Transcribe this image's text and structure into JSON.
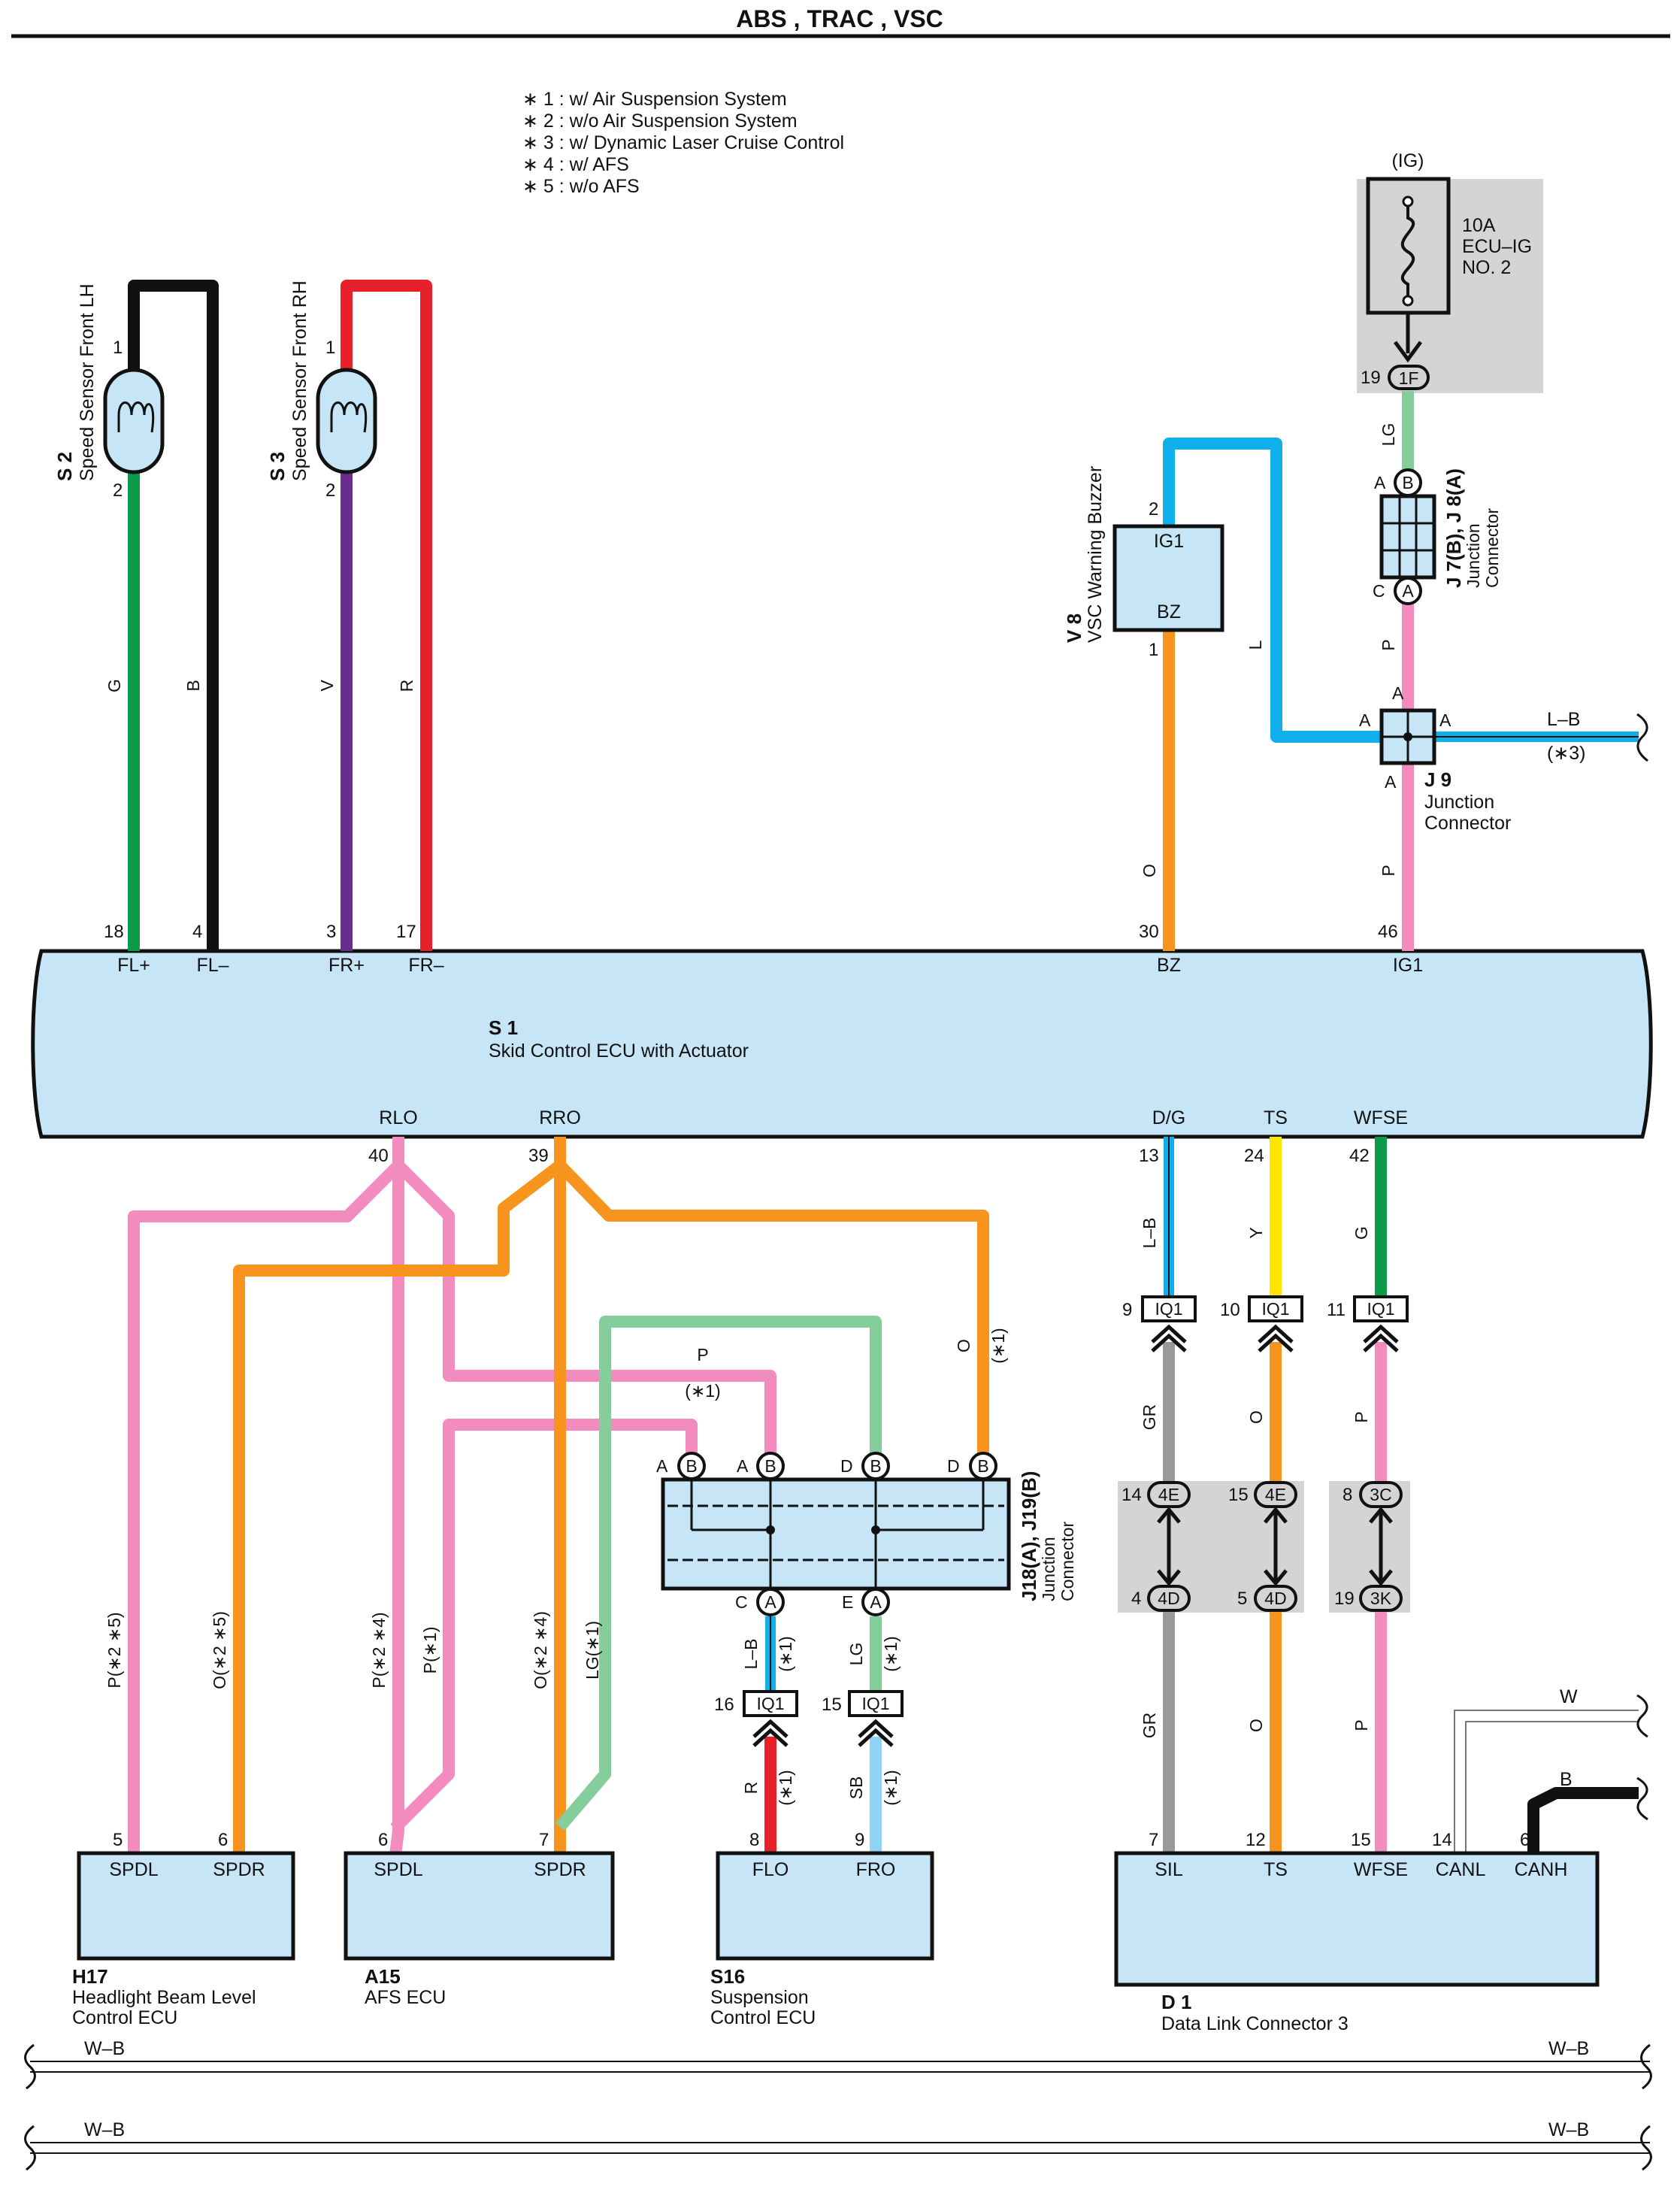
{
  "title": "ABS , TRAC , VSC",
  "notes": [
    "∗ 1 : w/ Air Suspension System",
    "∗ 2 : w/o Air Suspension System",
    "∗ 3 : w/ Dynamic Laser Cruise Control",
    "∗ 4 : w/ AFS",
    "∗ 5 : w/o AFS"
  ],
  "fuse": {
    "supply": "(IG)",
    "rating": "10A",
    "name1": "ECU–IG",
    "name2": "NO. 2",
    "pin": "19",
    "connector": "1F"
  },
  "j7j8": {
    "id": "J 7(B), J 8(A)",
    "name1": "Junction",
    "name2": "Connector",
    "top_letter": "A",
    "top_tag": "B",
    "bot_letter": "C",
    "bot_tag": "A"
  },
  "j9": {
    "id": "J 9",
    "name1": "Junction",
    "name2": "Connector",
    "top": "A",
    "left": "A",
    "right": "A",
    "bottom": "A",
    "out_wire": "L–B",
    "out_note": "(∗3)"
  },
  "v8": {
    "id": "V 8",
    "name": "VSC Warning Buzzer",
    "t1": "IG1",
    "t2": "BZ",
    "p1": "2",
    "p2": "1"
  },
  "s2": {
    "id": "S 2",
    "name": "Speed Sensor Front LH",
    "p1": "1",
    "p2": "2"
  },
  "s3": {
    "id": "S 3",
    "name": "Speed Sensor Front RH",
    "p1": "1",
    "p2": "2"
  },
  "s1": {
    "id": "S 1",
    "name": "Skid Control ECU with Actuator",
    "top_terms": [
      {
        "pin": "18",
        "label": "FL+"
      },
      {
        "pin": "4",
        "label": "FL–"
      },
      {
        "pin": "3",
        "label": "FR+"
      },
      {
        "pin": "17",
        "label": "FR–"
      },
      {
        "pin": "30",
        "label": "BZ"
      },
      {
        "pin": "46",
        "label": "IG1"
      }
    ],
    "bottom_terms": [
      {
        "pin": "40",
        "label": "RLO"
      },
      {
        "pin": "39",
        "label": "RRO"
      },
      {
        "pin": "13",
        "label": "D/G"
      },
      {
        "pin": "24",
        "label": "TS"
      },
      {
        "pin": "42",
        "label": "WFSE"
      }
    ]
  },
  "wire_colors": {
    "g": "G",
    "b": "B",
    "v": "V",
    "r": "R",
    "o": "O",
    "l": "L",
    "p": "P",
    "lg": "LG",
    "lb": "L–B",
    "y": "Y",
    "gr": "GR",
    "sb": "SB",
    "w": "W",
    "wb": "W–B",
    "p25": "P(∗2 ∗5)",
    "o25": "O(∗2 ∗5)",
    "p24": "P(∗2 ∗4)",
    "p1": "P(∗1)",
    "o24": "O(∗2 ∗4)",
    "lg1": "LG(∗1)",
    "n1": "(∗1)"
  },
  "j18j19": {
    "id": "J18(A), J19(B)",
    "name1": "Junction",
    "name2": "Connector",
    "tags": [
      "B",
      "B",
      "B",
      "B"
    ],
    "letters": [
      "A",
      "A",
      "D",
      "D"
    ],
    "bot_tags": [
      "A",
      "A"
    ],
    "bot_letters": [
      "C",
      "E"
    ]
  },
  "iq1": {
    "tag": "IQ1",
    "pins": [
      "9",
      "10",
      "11",
      "16",
      "15"
    ]
  },
  "inline": [
    {
      "pin_a": "14",
      "tag_a": "4E",
      "pin_b": "4",
      "tag_b": "4D"
    },
    {
      "pin_a": "15",
      "tag_a": "4E",
      "pin_b": "5",
      "tag_b": "4D"
    },
    {
      "pin_a": "8",
      "tag_a": "3C",
      "pin_b": "19",
      "tag_b": "3K"
    }
  ],
  "h17": {
    "id": "H17",
    "name1": "Headlight Beam Level",
    "name2": "Control ECU",
    "t1": "SPDL",
    "t2": "SPDR",
    "p1": "5",
    "p2": "6"
  },
  "a15": {
    "id": "A15",
    "name": "AFS ECU",
    "t1": "SPDL",
    "t2": "SPDR",
    "p1": "6",
    "p2": "7"
  },
  "s16": {
    "id": "S16",
    "name1": "Suspension",
    "name2": "Control ECU",
    "t1": "FLO",
    "t2": "FRO",
    "p1": "8",
    "p2": "9"
  },
  "d1": {
    "id": "D 1",
    "name": "Data Link Connector 3",
    "terms": [
      {
        "pin": "7",
        "label": "SIL"
      },
      {
        "pin": "12",
        "label": "TS"
      },
      {
        "pin": "15",
        "label": "WFSE"
      },
      {
        "pin": "14",
        "label": "CANL"
      },
      {
        "pin": "6",
        "label": "CANH"
      }
    ]
  },
  "ground": {
    "label": "W–B"
  },
  "colors": {
    "green": "#0a9a48",
    "black": "#111111",
    "purple": "#6a2d8c",
    "red": "#e8202a",
    "orange": "#f7941d",
    "pink": "#f28cbe",
    "lightgreen": "#86cd9c",
    "blue": "#10aeea",
    "yellow": "#ffe500",
    "gray": "#999999",
    "skyblue": "#8fd3f4",
    "box": "#c6e6f7"
  }
}
